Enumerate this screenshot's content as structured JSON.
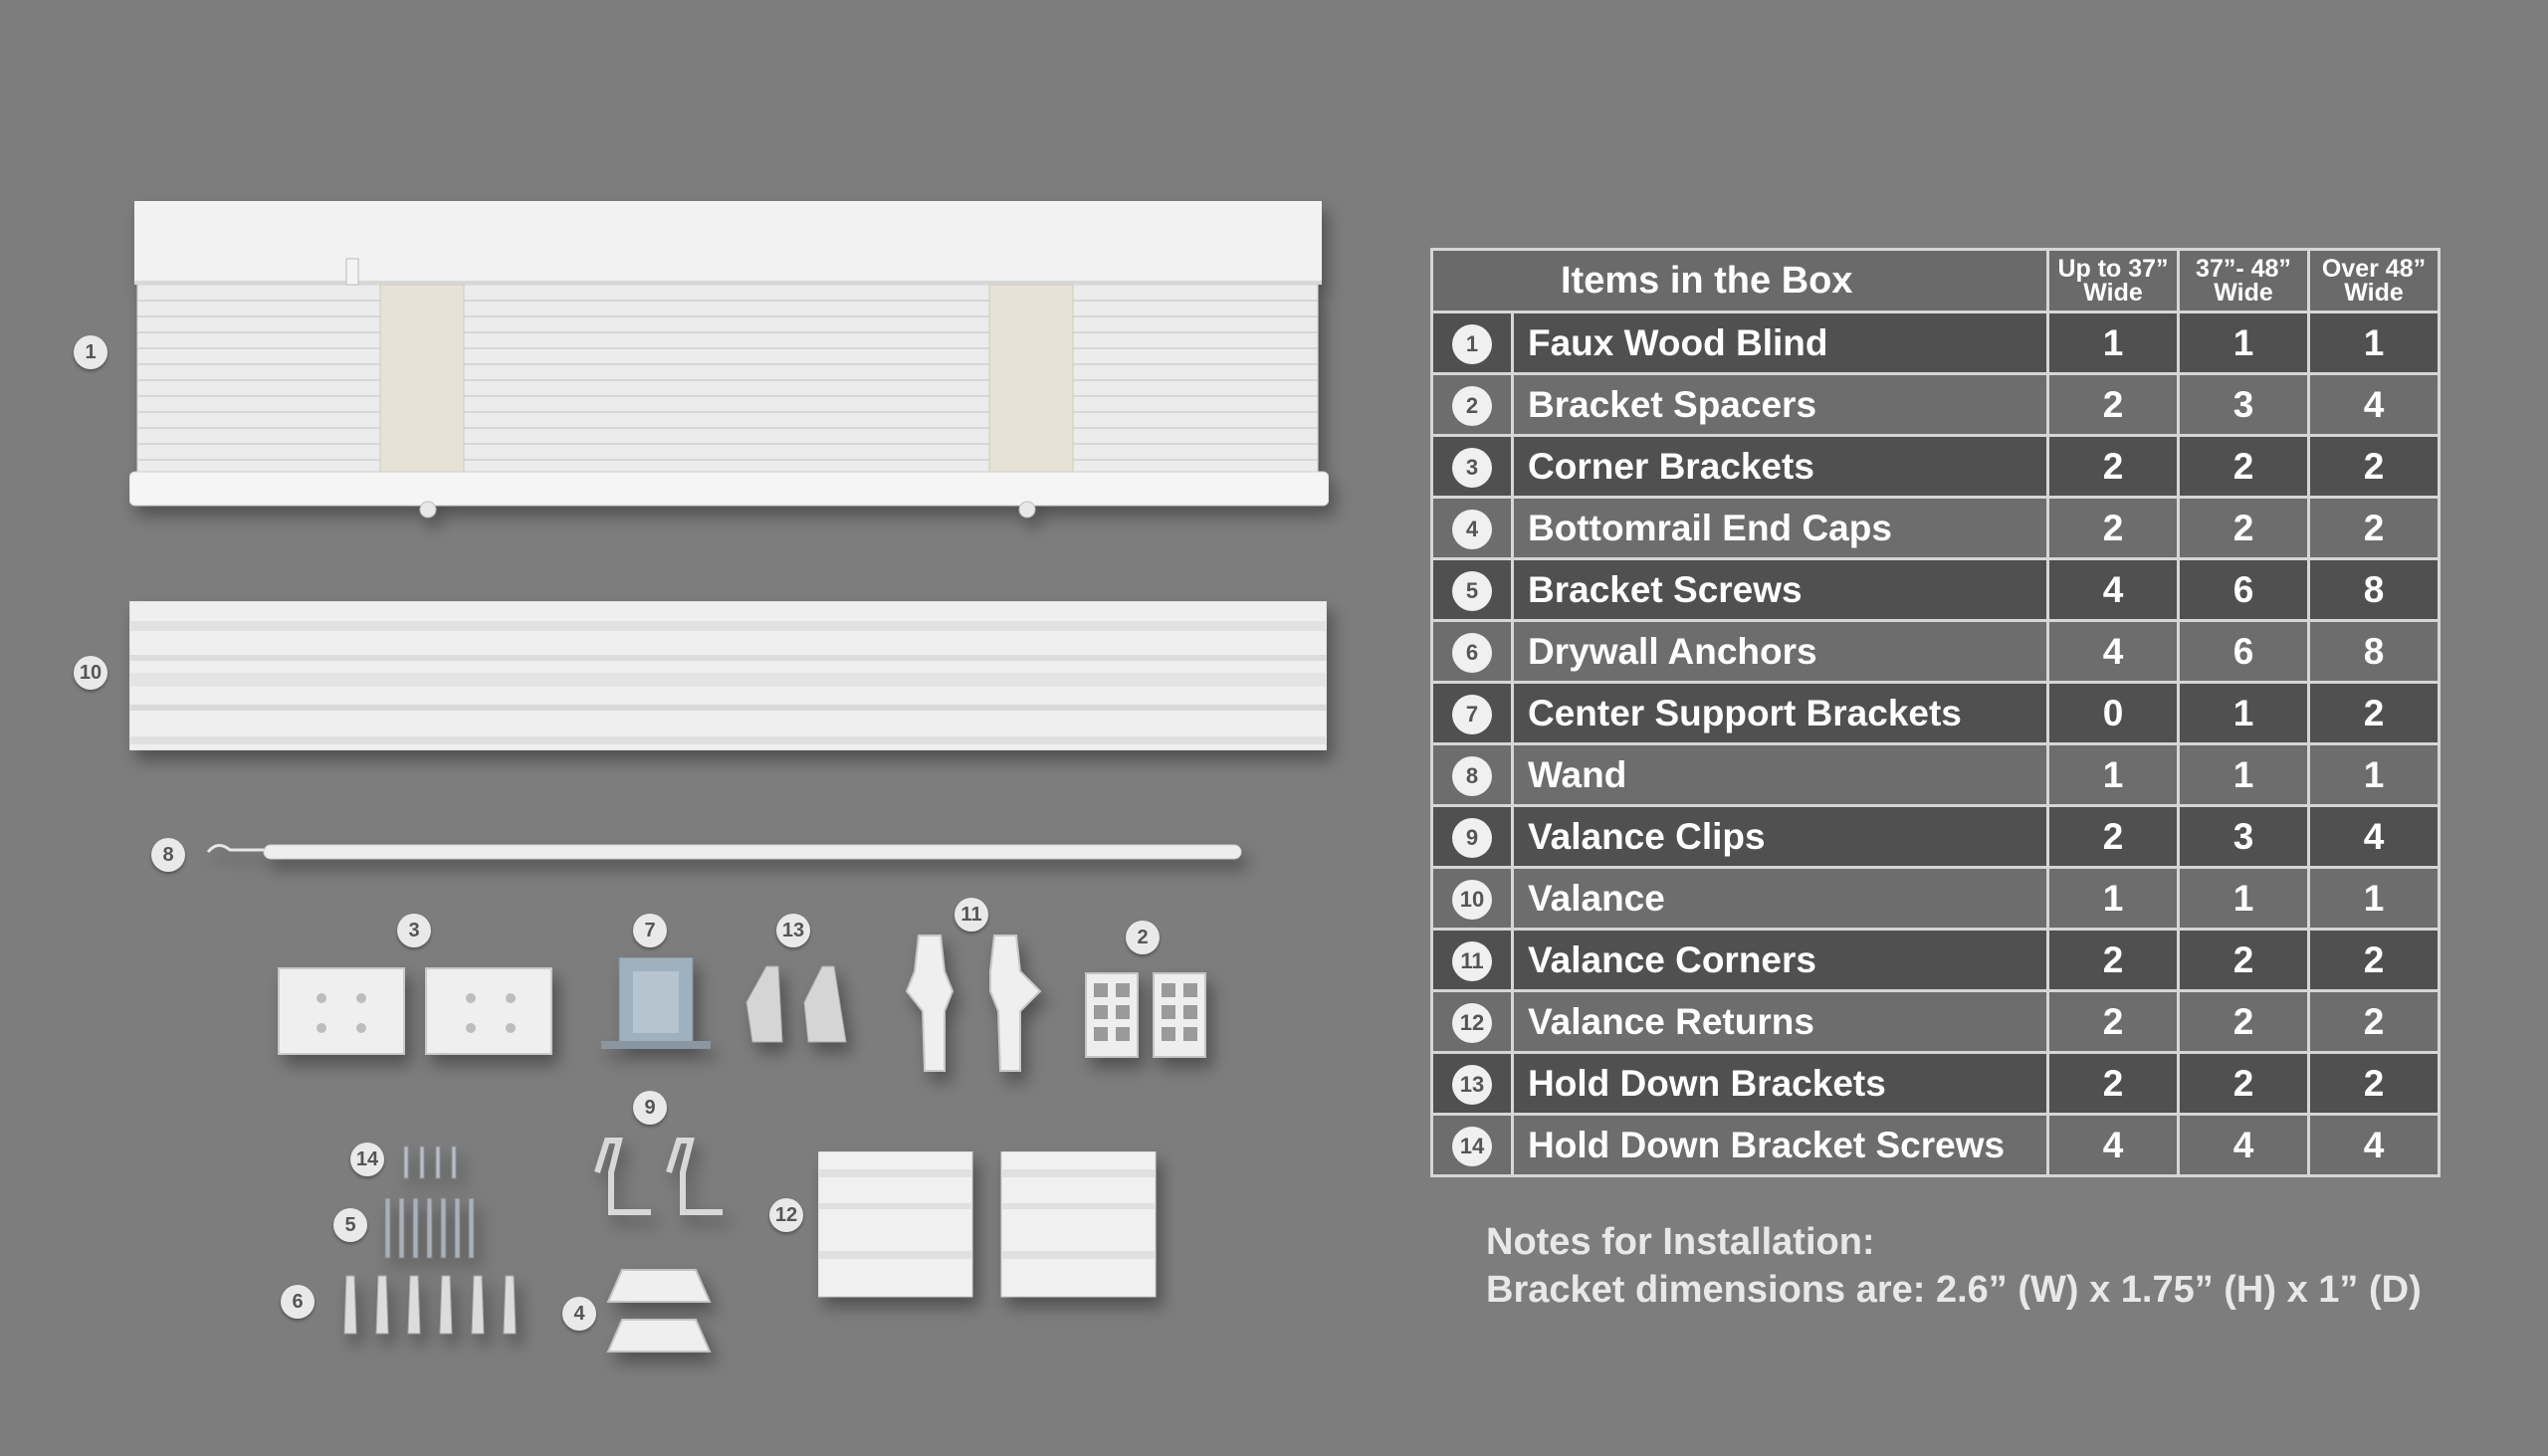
{
  "table": {
    "title": "Items in the Box",
    "columns": [
      "Up to 37”\nWide",
      "37”- 48”\nWide",
      "Over  48”\nWide"
    ],
    "rows": [
      {
        "n": "1",
        "name": "Faux Wood Blind",
        "a": "1",
        "b": "1",
        "c": "1"
      },
      {
        "n": "2",
        "name": "Bracket Spacers",
        "a": "2",
        "b": "3",
        "c": "4"
      },
      {
        "n": "3",
        "name": "Corner Brackets",
        "a": "2",
        "b": "2",
        "c": "2"
      },
      {
        "n": "4",
        "name": "Bottomrail End Caps",
        "a": "2",
        "b": "2",
        "c": "2"
      },
      {
        "n": "5",
        "name": "Bracket Screws",
        "a": "4",
        "b": "6",
        "c": "8"
      },
      {
        "n": "6",
        "name": "Drywall Anchors",
        "a": "4",
        "b": "6",
        "c": "8"
      },
      {
        "n": "7",
        "name": "Center Support Brackets",
        "a": "0",
        "b": "1",
        "c": "2"
      },
      {
        "n": "8",
        "name": "Wand",
        "a": "1",
        "b": "1",
        "c": "1"
      },
      {
        "n": "9",
        "name": "Valance Clips",
        "a": "2",
        "b": "3",
        "c": "4"
      },
      {
        "n": "10",
        "name": "Valance",
        "a": "1",
        "b": "1",
        "c": "1"
      },
      {
        "n": "11",
        "name": "Valance Corners",
        "a": "2",
        "b": "2",
        "c": "2"
      },
      {
        "n": "12",
        "name": "Valance Returns",
        "a": "2",
        "b": "2",
        "c": "2"
      },
      {
        "n": "13",
        "name": "Hold Down Brackets",
        "a": "2",
        "b": "2",
        "c": "2"
      },
      {
        "n": "14",
        "name": "Hold Down Bracket Screws",
        "a": "4",
        "b": "4",
        "c": "4"
      }
    ]
  },
  "notes": {
    "line1": "Notes for Installation:",
    "line2": "Bracket dimensions are: 2.6” (W) x 1.75” (H) x 1” (D)"
  },
  "labels": {
    "blind": "1",
    "valance": "10",
    "wand": "8",
    "corner_brackets": "3",
    "center_support": "7",
    "hold_down": "13",
    "valance_corners": "11",
    "spacers": "2",
    "valance_clips": "9",
    "hold_screws": "14",
    "bracket_screws": "5",
    "anchors": "6",
    "end_caps": "4",
    "returns": "12"
  },
  "colors": {
    "background": "#7d7d7d",
    "table_dark": "#505050",
    "table_light": "#6d6d6d",
    "grid": "#d6d6d6"
  }
}
